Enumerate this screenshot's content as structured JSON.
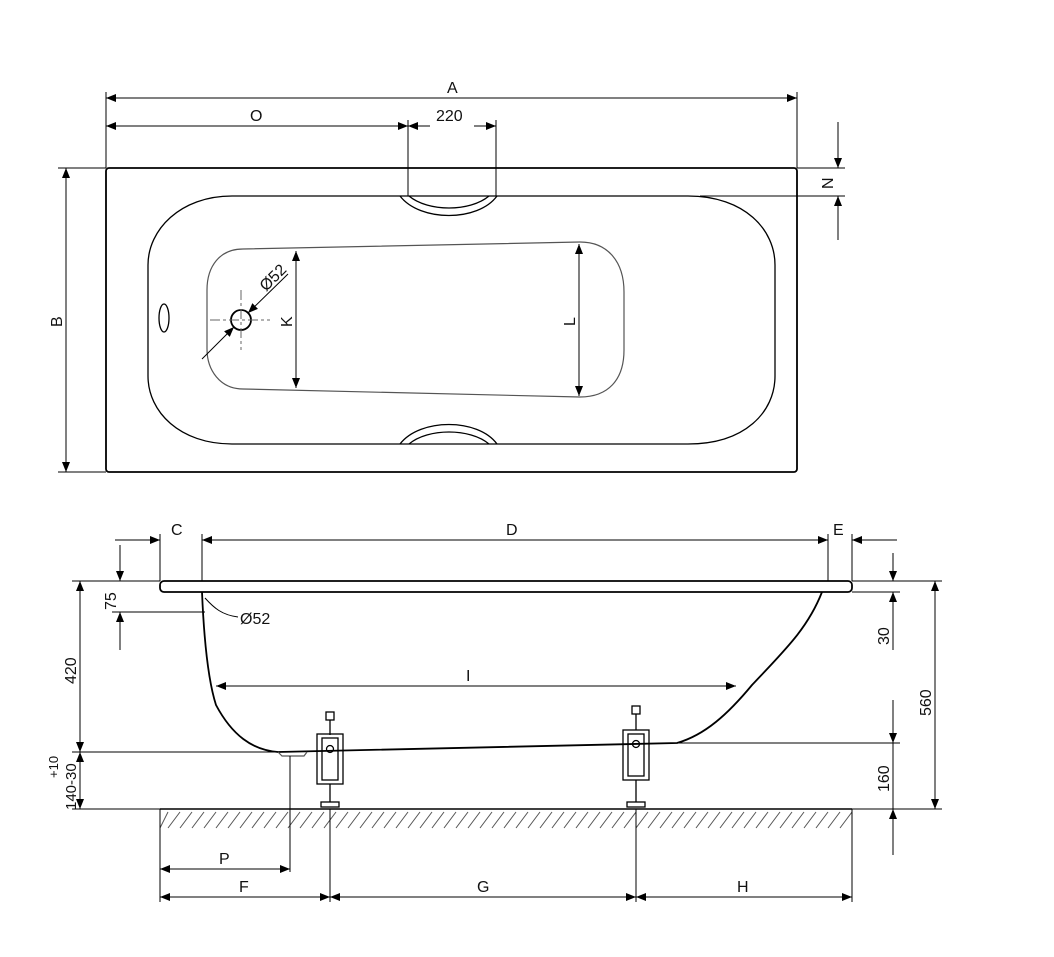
{
  "top_view": {
    "labels": {
      "overall_length": "A",
      "overall_width": "B",
      "handle_offset": "O",
      "handle_width": "220",
      "rim_width": "N",
      "bottom_width_head": "K",
      "bottom_width_foot": "L",
      "drain_diameter": "Ø52"
    }
  },
  "side_view": {
    "labels": {
      "head_offset": "C",
      "rim_length": "D",
      "foot_offset": "E",
      "rim_thickness": "75",
      "drain_diameter": "Ø52",
      "depth": "420",
      "foot_adjust_tolerance": "+10",
      "foot_adjust_height": "140-30",
      "bottom_length": "I",
      "rim_drop": "30",
      "total_height": "560",
      "foot_height": "160",
      "drain_position": "P",
      "foot_start": "F",
      "foot_spacing": "G",
      "foot_end": "H"
    }
  }
}
